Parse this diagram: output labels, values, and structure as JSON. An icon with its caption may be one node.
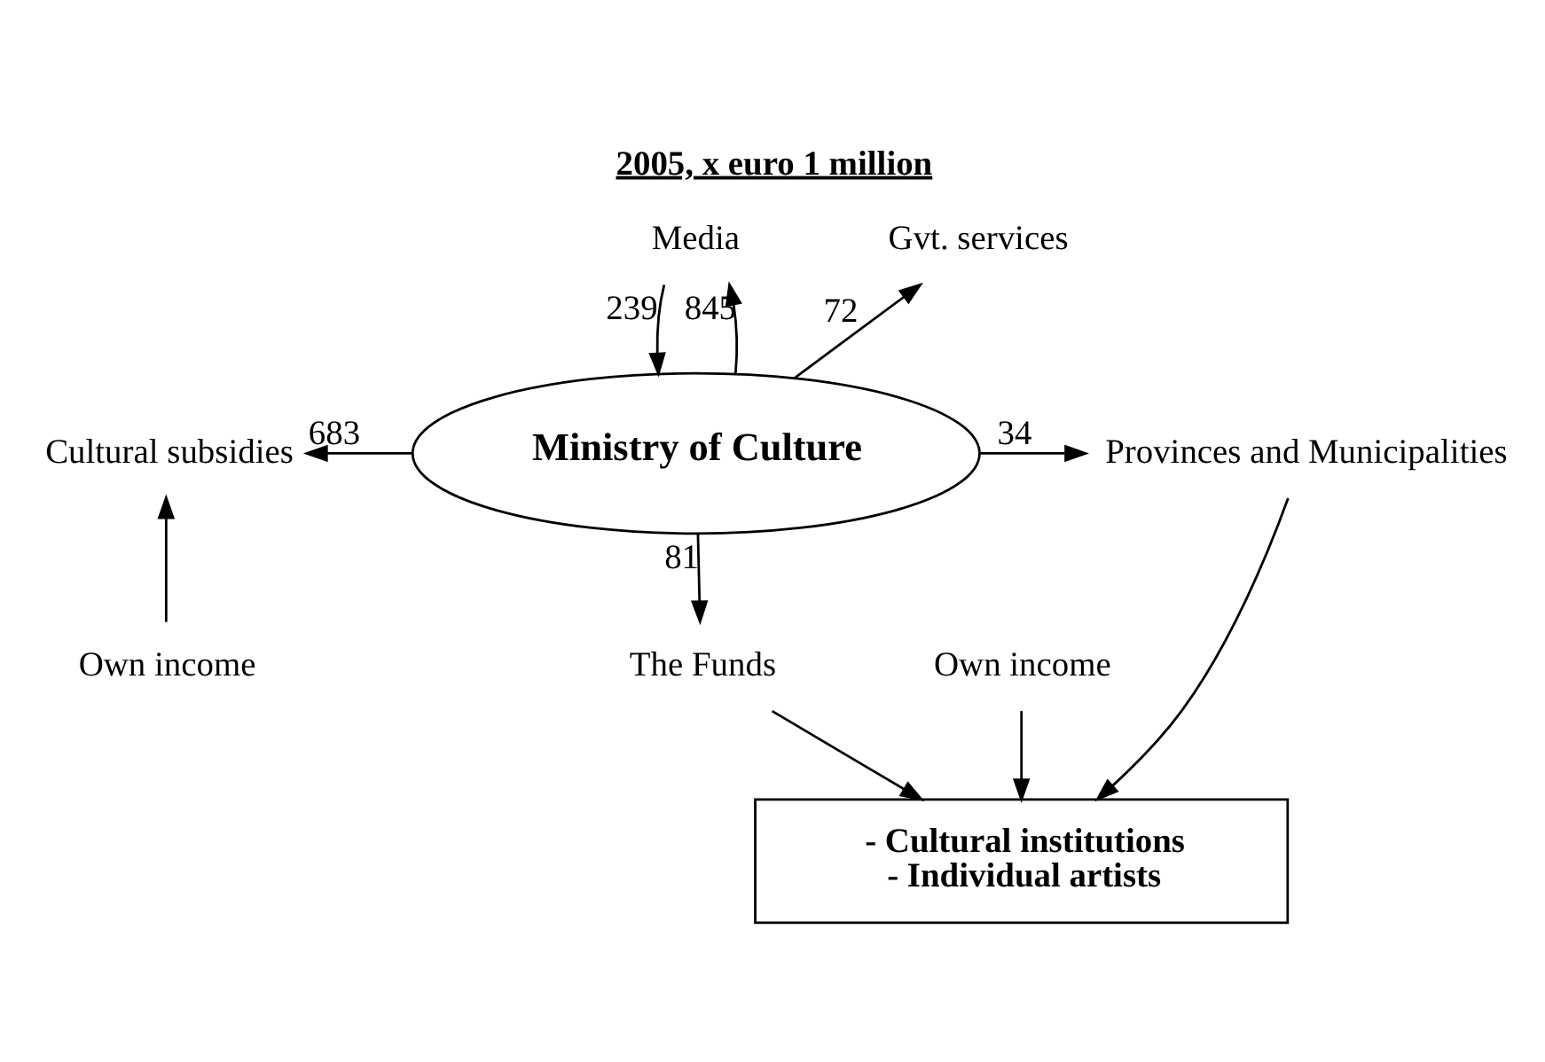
{
  "diagram": {
    "title": "2005, x euro 1 million",
    "nodes": [
      {
        "text": [
          "Media"
        ]
      },
      {
        "text": [
          "Gvt. services"
        ]
      },
      {
        "text": [
          "Cultural subsidies"
        ]
      },
      {
        "text": [
          "Ministry of Culture"
        ]
      },
      {
        "text": [
          "Provinces and Municipalities"
        ]
      },
      {
        "text": [
          "Own income"
        ]
      },
      {
        "text": [
          "The Funds"
        ]
      },
      {
        "text": [
          "- Cultural institutions",
          "- Individual artists"
        ]
      },
      {
        "text": [
          "Own income"
        ]
      }
    ],
    "edges": [
      {
        "from": 0,
        "to": 3,
        "arrow": "to",
        "label": "239"
      },
      {
        "from": 3,
        "to": 0,
        "arrow": "to",
        "label": "845"
      },
      {
        "from": 3,
        "to": 1,
        "arrow": "to",
        "label": "72"
      },
      {
        "from": 3,
        "to": 2,
        "arrow": "to",
        "label": "683"
      },
      {
        "from": 3,
        "to": 4,
        "arrow": "to",
        "label": "34"
      },
      {
        "from": 5,
        "to": 2,
        "arrow": "to"
      },
      {
        "from": 3,
        "to": 6,
        "arrow": "to",
        "label": "81"
      },
      {
        "from": 6,
        "to": 7,
        "arrow": "to"
      },
      {
        "from": 8,
        "to": 7,
        "arrow": "to"
      },
      {
        "from": 4,
        "to": 7,
        "arrow": "to"
      }
    ]
  }
}
